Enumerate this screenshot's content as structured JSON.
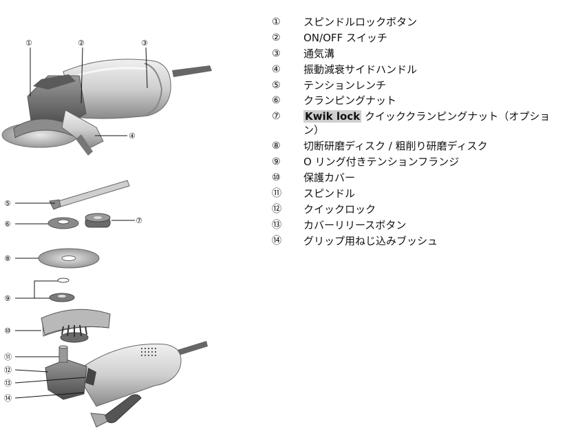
{
  "callouts": [
    "①",
    "②",
    "③",
    "④",
    "⑤",
    "⑥",
    "⑦",
    "⑧",
    "⑨",
    "⑩",
    "⑪",
    "⑫",
    "⑬",
    "⑭"
  ],
  "legend": [
    {
      "num": "①",
      "text": "スピンドルロックボタン"
    },
    {
      "num": "②",
      "text": "ON/OFF スイッチ"
    },
    {
      "num": "③",
      "text": "通気溝"
    },
    {
      "num": "④",
      "text": "振動減衰サイドハンドル"
    },
    {
      "num": "⑤",
      "text": "テンションレンチ"
    },
    {
      "num": "⑥",
      "text": "クランピングナット"
    },
    {
      "num": "⑦",
      "highlight": "Kwik lock",
      "text": " クイッククランピングナット（オプション）"
    },
    {
      "num": "⑧",
      "text": "切断研磨ディスク / 粗削り研磨ディスク"
    },
    {
      "num": "⑨",
      "text": "O リング付きテンションフランジ"
    },
    {
      "num": "⑩",
      "text": "保護カバー"
    },
    {
      "num": "⑪",
      "text": "スピンドル"
    },
    {
      "num": "⑫",
      "text": "クイックロック"
    },
    {
      "num": "⑬",
      "text": "カバーリリースボタン"
    },
    {
      "num": "⑭",
      "text": "グリップ用ねじ込みブッシュ"
    }
  ]
}
